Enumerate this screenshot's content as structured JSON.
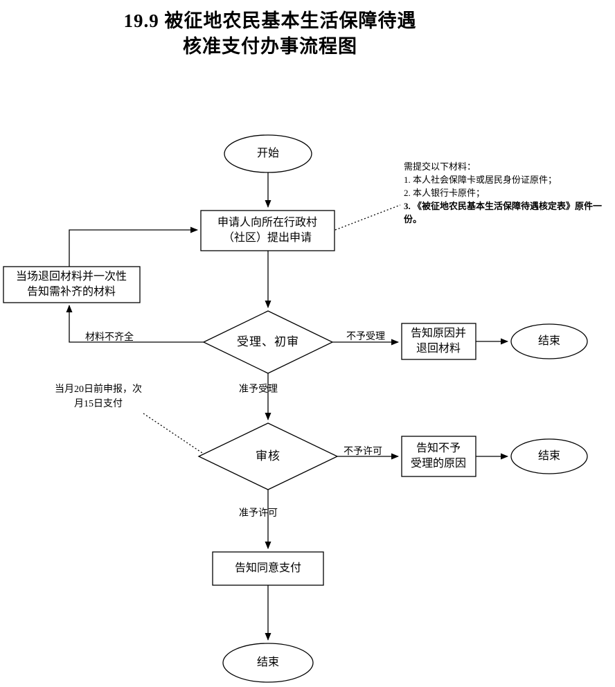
{
  "title": {
    "line1": "19.9 被征地农民基本生活保障待遇",
    "line2": "核准支付办事流程图"
  },
  "nodes": {
    "start": "开始",
    "apply": "申请人向所在行政村\n（社区）提出申请",
    "return_materials": "当场退回材料并一次性\n告知需补齐的材料",
    "review": "受理、初审",
    "notify_reject_return": "告知原因并\n退回材料",
    "end1": "结束",
    "audit": "审核",
    "notify_no_permit": "告知不予\n受理的原因",
    "end2": "结束",
    "notify_pay": "告知同意支付",
    "end3": "结束"
  },
  "edge_labels": {
    "materials_incomplete": "材料不齐全",
    "not_accepted": "不予受理",
    "accepted": "准予受理",
    "not_permitted": "不予许可",
    "permitted": "准予许可"
  },
  "notes": {
    "materials": {
      "header": "需提交以下材料：",
      "item1": "1. 本人社会保障卡或居民身份证原件；",
      "item2": "2. 本人银行卡原件；",
      "item3": "3. 《被征地农民基本生活保障待遇核定表》原件一份。"
    },
    "schedule": "当月20日前申报，次\n月15日支付"
  },
  "colors": {
    "stroke": "#000000",
    "background": "#ffffff"
  }
}
